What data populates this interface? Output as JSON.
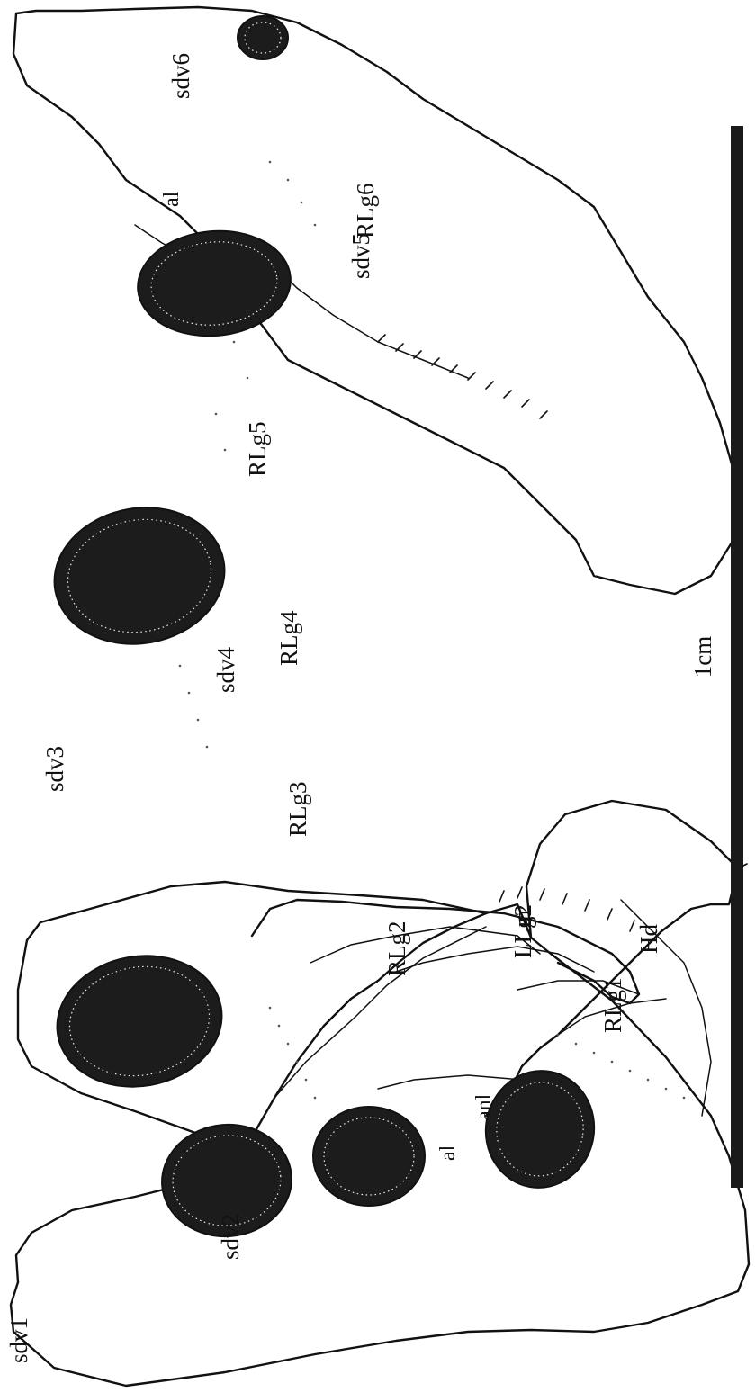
{
  "labels": {
    "sdv1": "sdv1",
    "sdv2": "sdv2",
    "sdv3": "sdv3",
    "sdv4": "sdv4",
    "sdv5": "sdv5",
    "sdv6": "sdv6",
    "anl": "anl",
    "al_lower": "al",
    "al_upper": "al",
    "rlg1": "RLg1",
    "rlg2": "RLg2",
    "rlg3": "RLg3",
    "rlg4": "RLg4",
    "rlg5": "RLg5",
    "rlg6": "RLg6",
    "llg2": "LLg2",
    "hd": "Hd",
    "m": "m"
  },
  "scale_bar": {
    "label": "1cm"
  }
}
